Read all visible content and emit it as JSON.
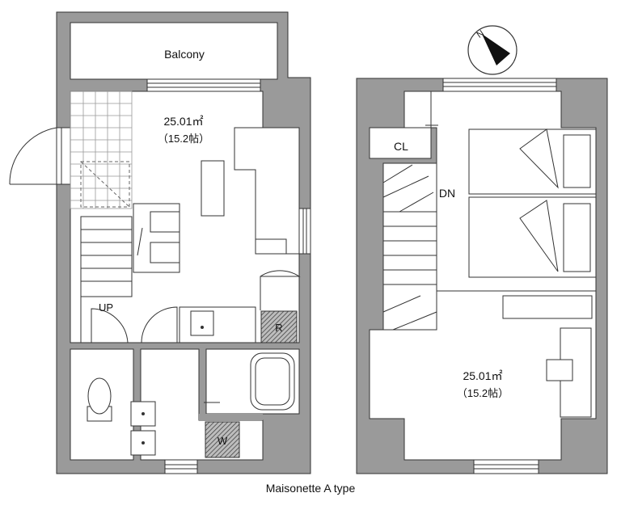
{
  "labels": {
    "balcony": "Balcony",
    "area_lower": "25.01㎡",
    "tatami_lower": "（15.2帖）",
    "up": "UP",
    "r": "R",
    "w": "W",
    "cl": "CL",
    "dn": "DN",
    "area_upper": "25.01㎡",
    "tatami_upper": "（15.2帖）",
    "compass": "N"
  },
  "caption": "Maisonette A type",
  "colors": {
    "wall": "#9a9a9a",
    "line": "#333333",
    "hatch": "#555555",
    "room": "#ffffff"
  }
}
